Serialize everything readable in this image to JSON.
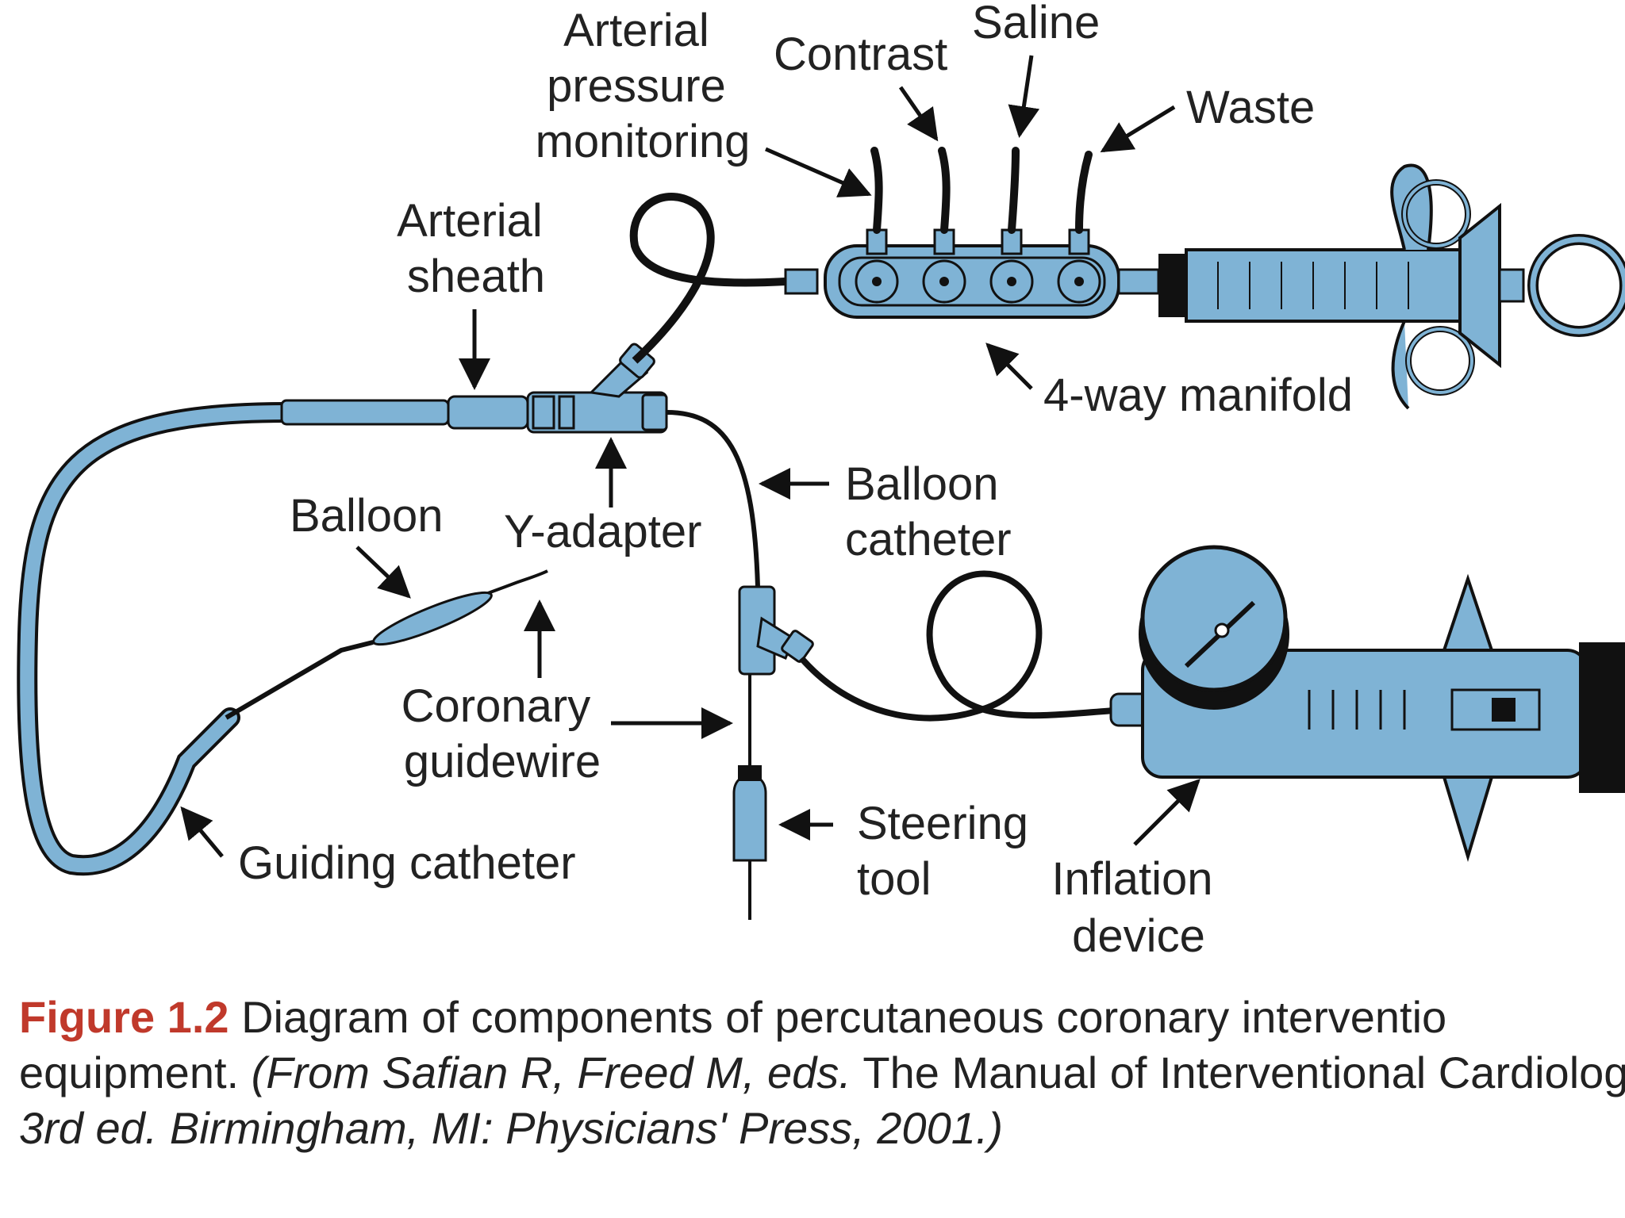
{
  "labels": {
    "arterial_pressure": [
      "Arterial",
      "pressure",
      "monitoring"
    ],
    "contrast": "Contrast",
    "saline": "Saline",
    "waste": "Waste",
    "arterial_sheath": [
      "Arterial",
      "sheath"
    ],
    "manifold": "4-way manifold",
    "balloon": "Balloon",
    "y_adapter": "Y-adapter",
    "balloon_catheter": [
      "Balloon",
      "catheter"
    ],
    "coronary_guidewire": [
      "Coronary",
      "guidewire"
    ],
    "steering_tool": [
      "Steering",
      "tool"
    ],
    "guiding_catheter": "Guiding catheter",
    "inflation_device": [
      "Inflation",
      "device"
    ]
  },
  "caption": {
    "figure_label": "Figure 1.2",
    "line1_text": "Diagram of components of percutaneous coronary interventio",
    "line2_plain": "equipment. ",
    "line2_italic": "(From Safian R, Freed M, eds.",
    "line2_rest": " The Manual of Interventional Cardiology",
    "line3_italic": "3rd ed. Birmingham, MI: Physicians' Press, 2001.)"
  },
  "colors": {
    "device_blue": "#7fb3d5",
    "outline": "#111111",
    "figure_label": "#c0392b"
  }
}
